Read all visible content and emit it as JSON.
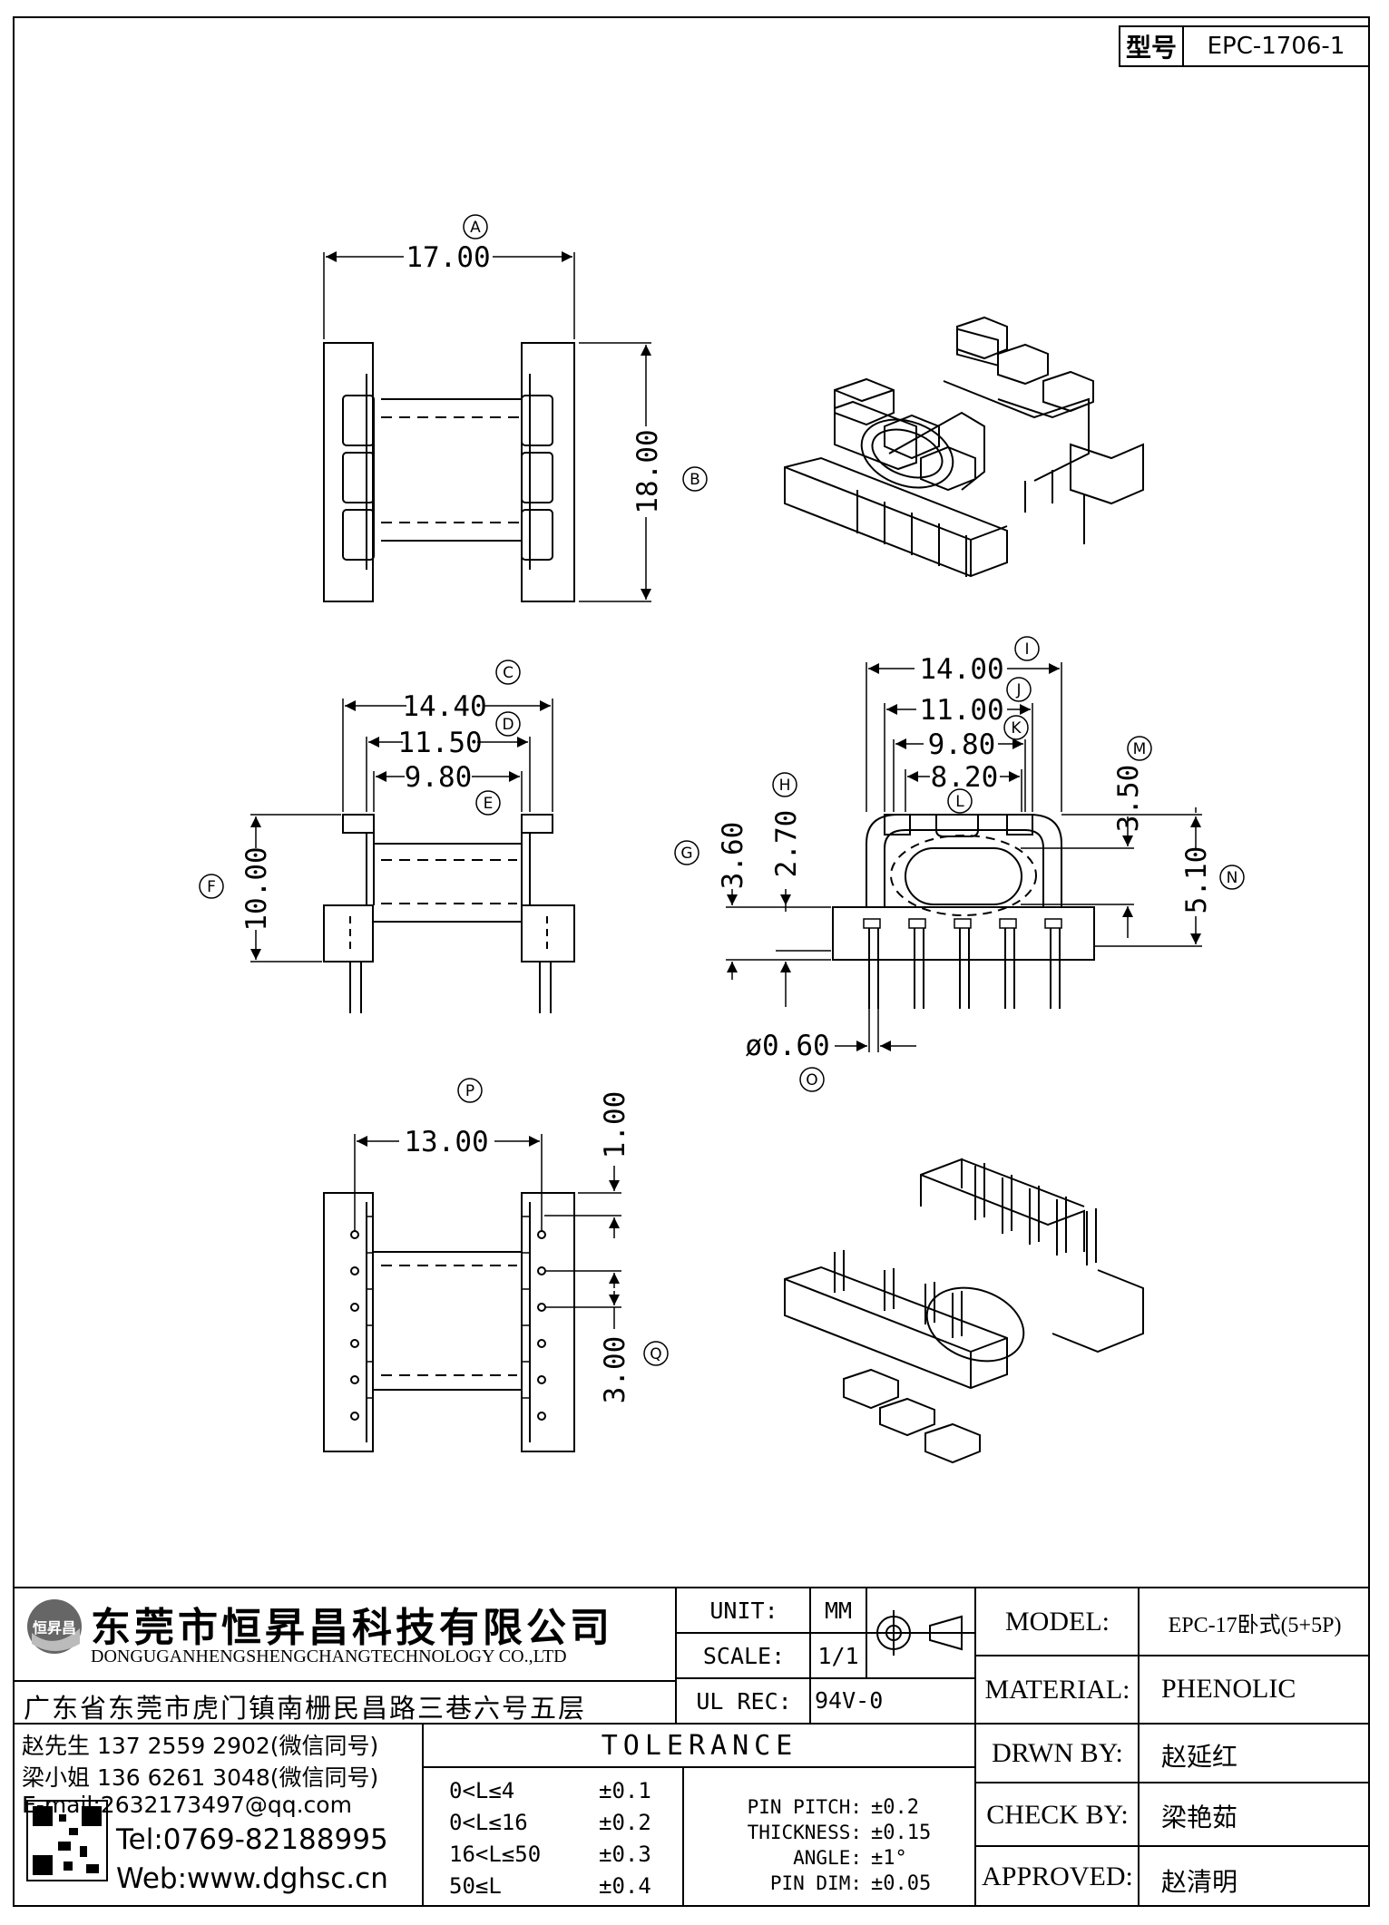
{
  "model_no": {
    "label": "型号",
    "value": "EPC-1706-1"
  },
  "dimensions": {
    "A": "17.00",
    "B": "18.00",
    "C": "14.40",
    "D": "11.50",
    "E": "9.80",
    "F": "10.00",
    "G": "3.60",
    "H": "2.70",
    "I": "14.00",
    "J": "11.00",
    "K": "9.80",
    "L": "8.20",
    "M": "3.50",
    "N": "5.10",
    "O": "ø0.60",
    "P": "13.00",
    "Q": "3.00",
    "R": "1.00"
  },
  "balloons": [
    "A",
    "B",
    "C",
    "D",
    "E",
    "F",
    "G",
    "H",
    "I",
    "J",
    "K",
    "L",
    "M",
    "N",
    "O",
    "P",
    "Q"
  ],
  "company": {
    "name_cn": "东莞市恒昇昌科技有限公司",
    "name_en": "DONGUGANHENGSHENGCHANGTECHNOLOGY CO.,LTD",
    "address": "广东省东莞市虎门镇南栅民昌路三巷六号五层",
    "contact1": "赵先生 137 2559 2902(微信同号)",
    "contact2": "梁小姐 136 6261 3048(微信同号)",
    "email": "E-mail:2632173497@qq.com",
    "tel": "Tel:0769-82188995",
    "web": "Web:www.dghsc.cn",
    "logo_text": "恒昇昌"
  },
  "title_block": {
    "unit_label": "UNIT:",
    "unit_value": "MM",
    "scale_label": "SCALE:",
    "scale_value": "1/1",
    "ulrec_label": "UL REC:",
    "ulrec_value": "94V-0",
    "model_label": "MODEL:",
    "model_value": "EPC-17卧式(5+5P)",
    "material_label": "MATERIAL:",
    "material_value": "PHENOLIC",
    "drwn_label": "DRWN BY:",
    "drwn_value": "赵延红",
    "check_label": "CHECK BY:",
    "check_value": "梁艳茹",
    "approved_label": "APPROVED:",
    "approved_value": "赵清明"
  },
  "tolerance": {
    "title": "TOLERANCE",
    "ranges": [
      {
        "range": "0<L≤4",
        "tol": "±0.1"
      },
      {
        "range": "0<L≤16",
        "tol": "±0.2"
      },
      {
        "range": "16<L≤50",
        "tol": "±0.3"
      },
      {
        "range": "50≤L",
        "tol": "±0.4"
      }
    ],
    "specs": [
      {
        "name": "PIN PITCH:",
        "tol": "±0.2"
      },
      {
        "name": "THICKNESS:",
        "tol": "±0.15"
      },
      {
        "name": "ANGLE:",
        "tol": "±1°"
      },
      {
        "name": "PIN DIM:",
        "tol": "±0.05"
      }
    ]
  }
}
